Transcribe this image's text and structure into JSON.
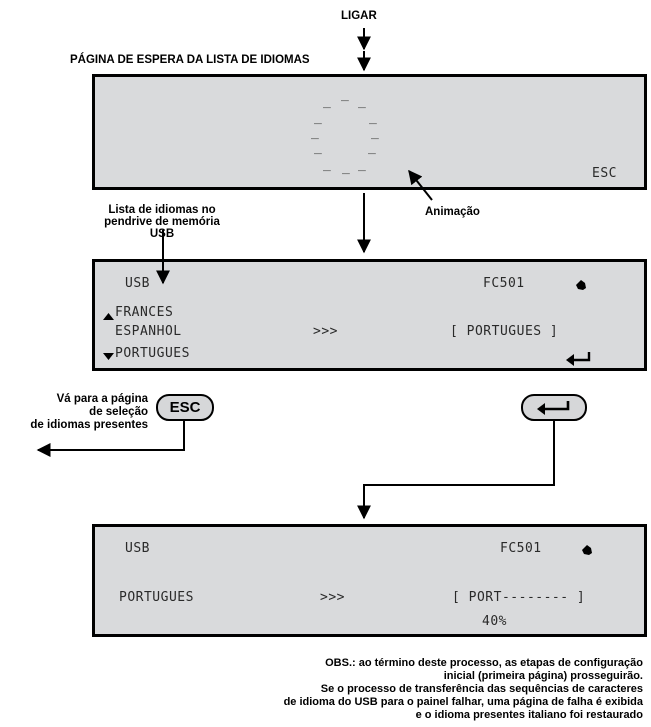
{
  "top": {
    "ligar": "LIGAR",
    "page_title": "PÁGINA DE ESPERA DA LISTA DE IDIOMAS"
  },
  "screen1": {
    "esc": "ESC"
  },
  "labels": {
    "usb_list_line1": "Lista de idiomas no",
    "usb_list_line2": "pendrive de memória USB",
    "animation": "Animação",
    "esc_desc_line1": "Vá para a página",
    "esc_desc_line2": "de seleção",
    "esc_desc_line3": "de idiomas presentes"
  },
  "screen2": {
    "usb": "USB",
    "model": "FC501",
    "item1": "FRANCES",
    "item2": "ESPANHOL",
    "item3": "PORTUGUES",
    "arrows": ">>>",
    "selected": "[ PORTUGUES ]"
  },
  "buttons": {
    "esc": "ESC"
  },
  "screen3": {
    "usb": "USB",
    "model": "FC501",
    "lang": "PORTUGUES",
    "arrows": ">>>",
    "progress_text": "[ PORT-------- ]",
    "percent": "40%"
  },
  "note": {
    "line1": "OBS.: ao término deste processo, as etapas de configuração",
    "line2": "inicial (primeira página) prosseguirão.",
    "line3": "Se o processo de transferência das sequências de caracteres",
    "line4": "de idioma do USB para o painel falhar, uma página de falha é exibida",
    "line5": "e o idioma presentes italiano foi restaurado"
  }
}
